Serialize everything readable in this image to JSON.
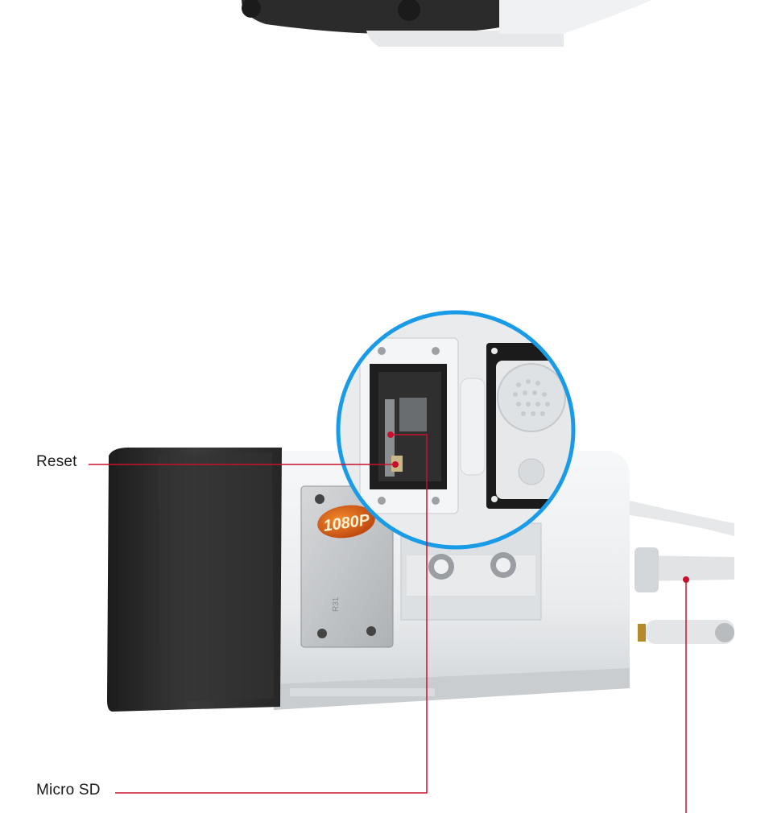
{
  "callouts": {
    "reset_label": "Reset",
    "micro_sd_label": "Micro SD"
  },
  "product": {
    "badge_text": "1080P"
  },
  "colors": {
    "callout_line": "#c8102e",
    "zoom_ring": "#1a9be8",
    "camera_body": "#eceef0",
    "sunshade": "#2a2a2a"
  }
}
